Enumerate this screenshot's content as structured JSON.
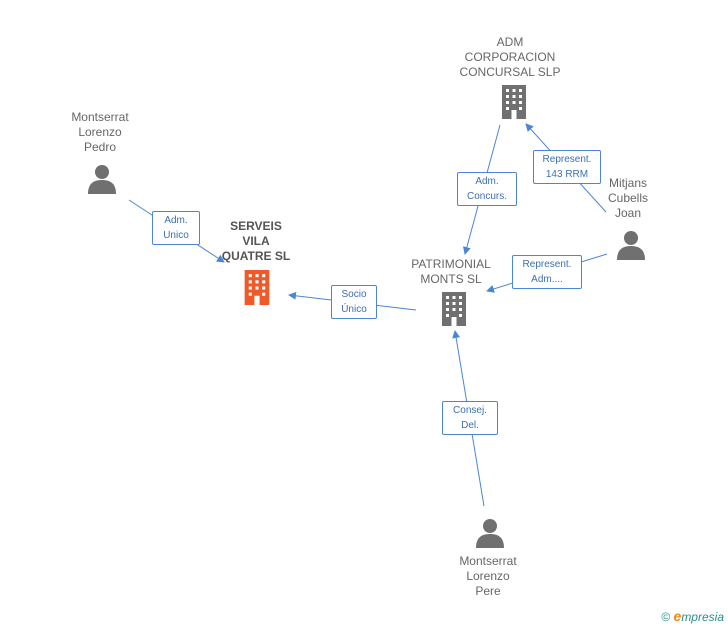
{
  "nodes": {
    "adm_corporacion": {
      "lines": [
        "ADM",
        "CORPORACION",
        "CONCURSAL SLP"
      ],
      "icon": "building-icon",
      "color": "#707070"
    },
    "montserrat_pedro": {
      "lines": [
        "Montserrat",
        "Lorenzo",
        "Pedro"
      ],
      "icon": "person-icon",
      "color": "#707070"
    },
    "serveis_vila": {
      "lines": [
        "SERVEIS",
        "VILA",
        "QUATRE SL"
      ],
      "icon": "building-icon",
      "color": "#f05a28"
    },
    "mitjans_cubells": {
      "lines": [
        "Mitjans",
        "Cubells",
        "Joan"
      ],
      "icon": "person-icon",
      "color": "#707070"
    },
    "patrimonial_monts": {
      "lines": [
        "PATRIMONIAL",
        "MONTS SL"
      ],
      "icon": "building-icon",
      "color": "#707070"
    },
    "montserrat_pere": {
      "lines": [
        "Montserrat",
        "Lorenzo",
        "Pere"
      ],
      "icon": "person-icon",
      "color": "#707070"
    }
  },
  "relations": {
    "adm_unico": [
      "Adm.",
      "Unico"
    ],
    "represent_143": [
      "Represent.",
      "143 RRM"
    ],
    "adm_concurs": [
      "Adm.",
      "Concurs."
    ],
    "represent_adm": [
      "Represent.",
      "Adm...."
    ],
    "socio_unico": [
      "Socio",
      "Único"
    ],
    "consej_del": [
      "Consej.",
      "Del."
    ]
  },
  "colors": {
    "edge": "#4a86d4",
    "accent": "#f05a28",
    "node": "#707070"
  },
  "footer": {
    "copyright": "©",
    "brand": "mpresia",
    "brand_initial": "e"
  }
}
